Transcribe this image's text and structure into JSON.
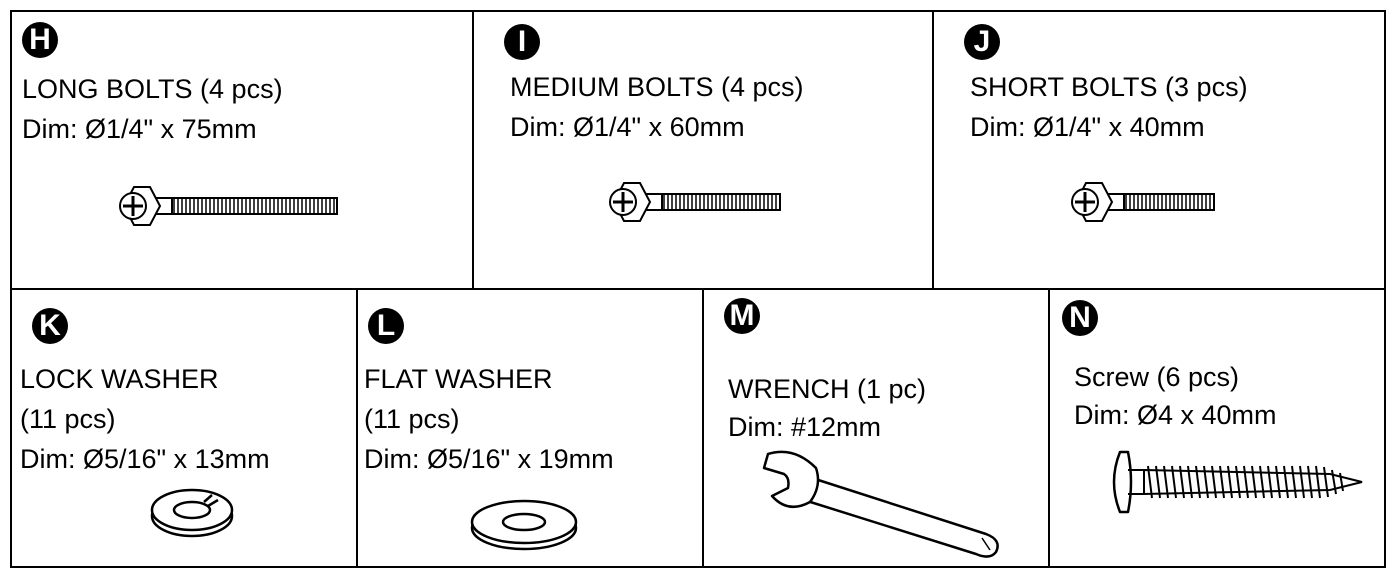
{
  "parts": [
    {
      "letter": "H",
      "name": "LONG BOLTS (4 pcs)",
      "dim": "Dim: Ø1/4\" x 75mm",
      "icon": "long-bolt-icon"
    },
    {
      "letter": "I",
      "name": "MEDIUM BOLTS (4 pcs)",
      "dim": "Dim: Ø1/4\" x 60mm",
      "icon": "medium-bolt-icon"
    },
    {
      "letter": "J",
      "name": "SHORT BOLTS (3 pcs)",
      "dim": "Dim: Ø1/4\" x 40mm",
      "icon": "short-bolt-icon"
    },
    {
      "letter": "K",
      "name": "LOCK WASHER",
      "qty": "(11 pcs)",
      "dim": "Dim: Ø5/16\" x 13mm",
      "icon": "lock-washer-icon"
    },
    {
      "letter": "L",
      "name": "FLAT WASHER",
      "qty": "(11 pcs)",
      "dim": "Dim: Ø5/16\" x 19mm",
      "icon": "flat-washer-icon"
    },
    {
      "letter": "M",
      "name": "WRENCH (1 pc)",
      "dim": "Dim: #12mm",
      "icon": "wrench-icon"
    },
    {
      "letter": "N",
      "name": "Screw (6 pcs)",
      "dim": "Dim: Ø4 x 40mm",
      "icon": "screw-icon"
    }
  ]
}
